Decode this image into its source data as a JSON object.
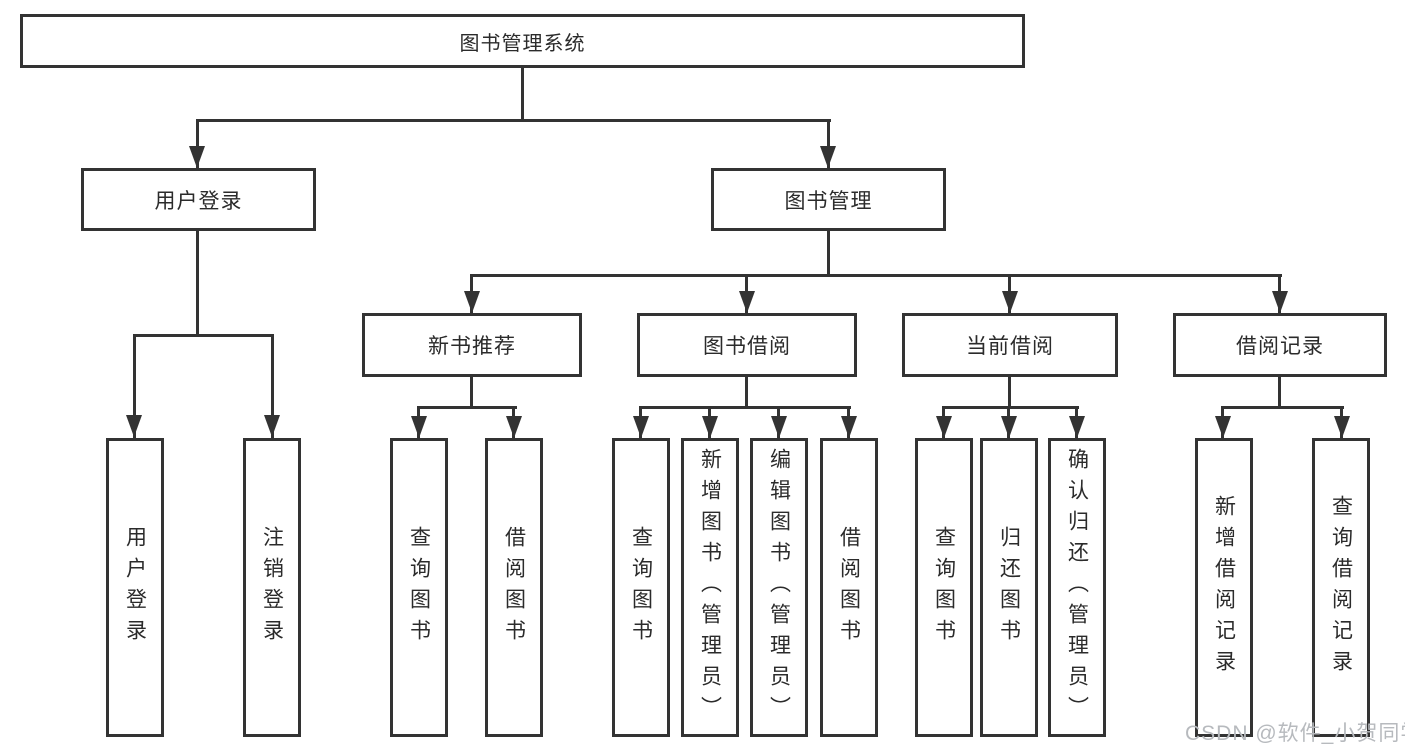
{
  "colors": {
    "line": "#333333",
    "box_background": "#ffffff",
    "text": "#2b2b2b",
    "watermark": "#b7babe"
  },
  "root": {
    "label": "图书管理系统"
  },
  "level2": [
    {
      "label": "用户登录"
    },
    {
      "label": "图书管理"
    }
  ],
  "level3": [
    {
      "label": "新书推荐"
    },
    {
      "label": "图书借阅"
    },
    {
      "label": "当前借阅"
    },
    {
      "label": "借阅记录"
    }
  ],
  "level4": [
    {
      "label": "用户登录"
    },
    {
      "label": "注销登录"
    },
    {
      "label": "查询图书"
    },
    {
      "label": "借阅图书"
    },
    {
      "label": "查询图书"
    },
    {
      "label": "新增图书（管理员）"
    },
    {
      "label": "编辑图书（管理员）"
    },
    {
      "label": "借阅图书"
    },
    {
      "label": "查询图书"
    },
    {
      "label": "归还图书"
    },
    {
      "label": "确认归还（管理员）"
    },
    {
      "label": "新增借阅记录"
    },
    {
      "label": "查询借阅记录"
    }
  ],
  "watermark": {
    "text": "CSDN @软件_小贺同学"
  }
}
